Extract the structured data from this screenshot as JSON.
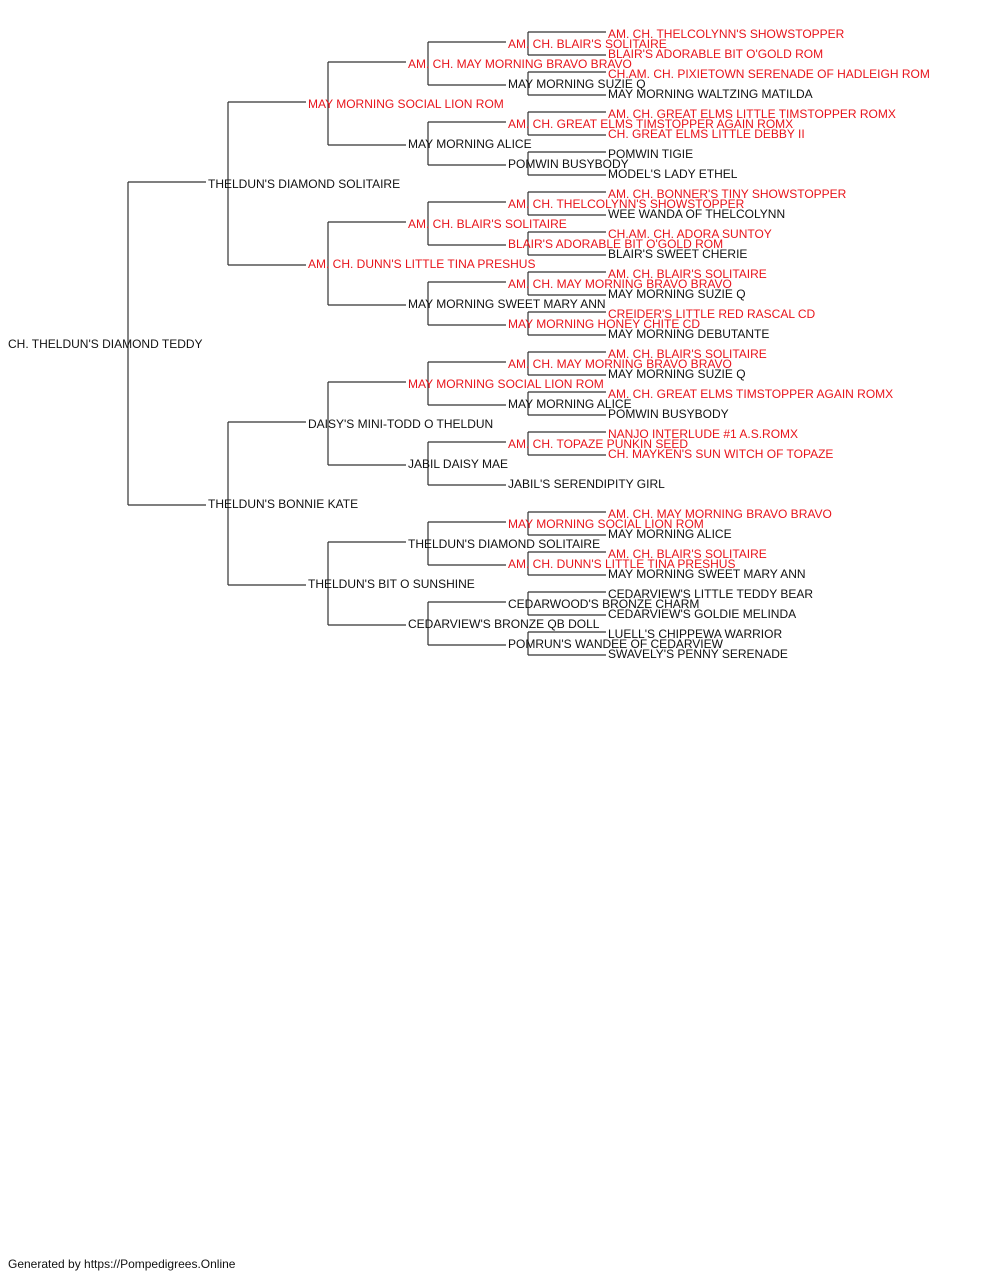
{
  "colors": {
    "champion": "#e8141b",
    "normal": "#111111",
    "line": "#333333"
  },
  "footer": "Generated by https://Pompedigrees.Online",
  "pedigree": {
    "name": "CH. THELDUN'S DIAMOND TEDDY",
    "champ": false,
    "sire": {
      "name": "THELDUN'S DIAMOND SOLITAIRE",
      "champ": false,
      "sire": {
        "name": "MAY MORNING SOCIAL LION ROM",
        "champ": true,
        "sire": {
          "name": "AM. CH. MAY MORNING BRAVO BRAVO",
          "champ": true,
          "sire": {
            "name": "AM. CH. BLAIR'S SOLITAIRE",
            "champ": true,
            "sire": {
              "name": "AM. CH. THELCOLYNN'S SHOWSTOPPER",
              "champ": true
            },
            "dam": {
              "name": "BLAIR'S ADORABLE BIT O'GOLD ROM",
              "champ": true
            }
          },
          "dam": {
            "name": "MAY MORNING SUZIE Q",
            "champ": false,
            "sire": {
              "name": "CH.AM. CH. PIXIETOWN SERENADE OF HADLEIGH ROM",
              "champ": true
            },
            "dam": {
              "name": "MAY MORNING WALTZING MATILDA",
              "champ": false
            }
          }
        },
        "dam": {
          "name": "MAY MORNING ALICE",
          "champ": false,
          "sire": {
            "name": "AM. CH. GREAT ELMS TIMSTOPPER AGAIN ROMX",
            "champ": true,
            "sire": {
              "name": "AM. CH. GREAT ELMS LITTLE TIMSTOPPER ROMX",
              "champ": true
            },
            "dam": {
              "name": "CH. GREAT ELMS LITTLE DEBBY II",
              "champ": true
            }
          },
          "dam": {
            "name": "POMWIN BUSYBODY",
            "champ": false,
            "sire": {
              "name": "POMWIN TIGIE",
              "champ": false
            },
            "dam": {
              "name": "MODEL'S LADY ETHEL",
              "champ": false
            }
          }
        }
      },
      "dam": {
        "name": "AM. CH. DUNN'S LITTLE TINA PRESHUS",
        "champ": true,
        "sire": {
          "name": "AM. CH. BLAIR'S SOLITAIRE",
          "champ": true,
          "sire": {
            "name": "AM. CH. THELCOLYNN'S SHOWSTOPPER",
            "champ": true,
            "sire": {
              "name": "AM. CH. BONNER'S TINY SHOWSTOPPER",
              "champ": true
            },
            "dam": {
              "name": "WEE WANDA OF THELCOLYNN",
              "champ": false
            }
          },
          "dam": {
            "name": "BLAIR'S ADORABLE BIT O'GOLD ROM",
            "champ": true,
            "sire": {
              "name": "CH.AM. CH. ADORA SUNTOY",
              "champ": true
            },
            "dam": {
              "name": "BLAIR'S SWEET CHERIE",
              "champ": false
            }
          }
        },
        "dam": {
          "name": "MAY MORNING SWEET MARY ANN",
          "champ": false,
          "sire": {
            "name": "AM. CH. MAY MORNING BRAVO BRAVO",
            "champ": true,
            "sire": {
              "name": "AM. CH. BLAIR'S SOLITAIRE",
              "champ": true
            },
            "dam": {
              "name": "MAY MORNING SUZIE Q",
              "champ": false
            }
          },
          "dam": {
            "name": "MAY MORNING HONEY CHITE CD",
            "champ": true,
            "sire": {
              "name": "CREIDER'S LITTLE RED RASCAL CD",
              "champ": true
            },
            "dam": {
              "name": "MAY MORNING DEBUTANTE",
              "champ": false
            }
          }
        }
      }
    },
    "dam": {
      "name": "THELDUN'S BONNIE KATE",
      "champ": false,
      "sire": {
        "name": "DAISY'S MINI-TODD O THELDUN",
        "champ": false,
        "sire": {
          "name": "MAY MORNING SOCIAL LION ROM",
          "champ": true,
          "sire": {
            "name": "AM. CH. MAY MORNING BRAVO BRAVO",
            "champ": true,
            "sire": {
              "name": "AM. CH. BLAIR'S SOLITAIRE",
              "champ": true
            },
            "dam": {
              "name": "MAY MORNING SUZIE Q",
              "champ": false
            }
          },
          "dam": {
            "name": "MAY MORNING ALICE",
            "champ": false,
            "sire": {
              "name": "AM. CH. GREAT ELMS TIMSTOPPER AGAIN ROMX",
              "champ": true
            },
            "dam": {
              "name": "POMWIN BUSYBODY",
              "champ": false
            }
          }
        },
        "dam": {
          "name": "JABIL DAISY MAE",
          "champ": false,
          "sire": {
            "name": "AM. CH. TOPAZE PUNKIN SEED",
            "champ": true,
            "sire": {
              "name": "NANJO INTERLUDE #1 A.S.ROMX",
              "champ": true
            },
            "dam": {
              "name": "CH. MAYKEN'S SUN WITCH OF TOPAZE",
              "champ": true
            }
          },
          "dam": {
            "name": "JABIL'S SERENDIPITY GIRL",
            "champ": false
          }
        }
      },
      "dam": {
        "name": "THELDUN'S BIT O SUNSHINE",
        "champ": false,
        "sire": {
          "name": "THELDUN'S DIAMOND SOLITAIRE",
          "champ": false,
          "sire": {
            "name": "MAY MORNING SOCIAL LION ROM",
            "champ": true,
            "sire": {
              "name": "AM. CH. MAY MORNING BRAVO BRAVO",
              "champ": true
            },
            "dam": {
              "name": "MAY MORNING ALICE",
              "champ": false
            }
          },
          "dam": {
            "name": "AM. CH. DUNN'S LITTLE TINA PRESHUS",
            "champ": true,
            "sire": {
              "name": "AM. CH. BLAIR'S SOLITAIRE",
              "champ": true
            },
            "dam": {
              "name": "MAY MORNING SWEET MARY ANN",
              "champ": false
            }
          }
        },
        "dam": {
          "name": "CEDARVIEW'S BRONZE QB DOLL",
          "champ": false,
          "sire": {
            "name": "CEDARWOOD'S BRONZE CHARM",
            "champ": false,
            "sire": {
              "name": "CEDARVIEW'S LITTLE TEDDY BEAR",
              "champ": false
            },
            "dam": {
              "name": "CEDARVIEW'S GOLDIE MELINDA",
              "champ": false
            }
          },
          "dam": {
            "name": "POMRUN'S WANDEE OF CEDARVIEW",
            "champ": false,
            "sire": {
              "name": "LUELL'S CHIPPEWA WARRIOR",
              "champ": false
            },
            "dam": {
              "name": "SWAVELY'S PENNY SERENADE",
              "champ": false
            }
          }
        }
      }
    }
  }
}
